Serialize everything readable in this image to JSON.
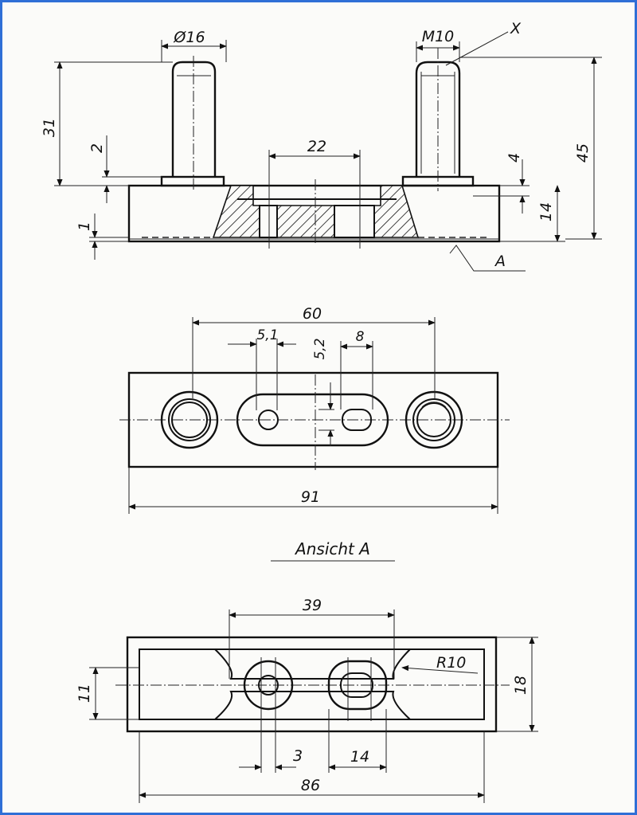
{
  "top_view": {
    "dim_pin_dia": "Ø16",
    "dim_thread": "M10",
    "callout_x": "X",
    "dim_height_31": "31",
    "dim_step_2": "2",
    "dim_gap_1": "1",
    "dim_22": "22",
    "dim_4": "4",
    "dim_14": "14",
    "dim_45": "45",
    "view_marker": "A"
  },
  "middle_view": {
    "dim_60": "60",
    "dim_51": "5,1",
    "dim_52": "5,2",
    "dim_8": "8",
    "dim_91": "91"
  },
  "section_title": "Ansicht A",
  "bottom_view": {
    "dim_39": "39",
    "dim_r10": "R10",
    "dim_11": "11",
    "dim_18": "18",
    "dim_3": "3",
    "dim_14": "14",
    "dim_86": "86"
  }
}
